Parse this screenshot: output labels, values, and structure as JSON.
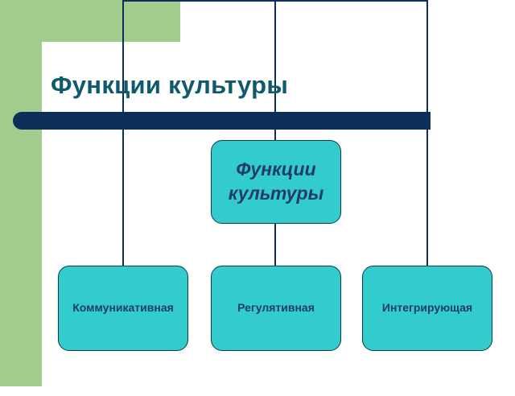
{
  "slide": {
    "title": "Функции культуры",
    "colors": {
      "background_accent": "#a3cc8f",
      "title_text": "#0f5b6c",
      "rule": "#0b2e5a",
      "node_fill": "#33cccc",
      "node_text": "#1e3c66",
      "connector": "#0b2e5a"
    }
  },
  "diagram": {
    "root": {
      "label": "Функции культуры"
    },
    "children": [
      {
        "label": "Коммуникативная"
      },
      {
        "label": "Регулятивная"
      },
      {
        "label": "Интегрирующая"
      }
    ]
  }
}
